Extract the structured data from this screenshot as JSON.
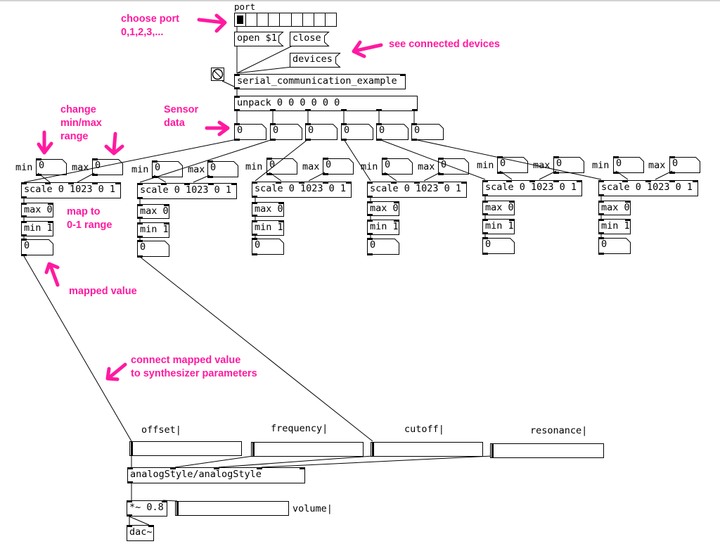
{
  "patch": {
    "port_label": "port",
    "port_radio_cells": 9,
    "port_selected": 0,
    "open_msg": "open $1",
    "close_msg": "close",
    "devices_msg": "devices",
    "serial_abstraction": "serial_communication_example",
    "unpack_obj": "unpack 0 0 0 0 0 0",
    "sensor_values": [
      "0",
      "0",
      "0",
      "0",
      "0",
      "0"
    ],
    "min_label": "min",
    "max_label": "max",
    "min_values": [
      "0",
      "0",
      "0",
      "0",
      "0",
      "0"
    ],
    "max_values": [
      "0",
      "0",
      "0",
      "0",
      "0",
      "0"
    ],
    "scale_obj": "scale 0 1023 0 1",
    "max_obj": "max 0",
    "min_obj": "min 1",
    "mapped_values": [
      "0",
      "0",
      "0",
      "0",
      "0",
      "0"
    ],
    "synth_params": [
      "offset",
      "frequency",
      "cutoff",
      "resonance"
    ],
    "synth_obj": "analogStyle/analogStyle",
    "mult_obj": "*~ 0.8",
    "volume_label": "volume",
    "dac_obj": "dac~"
  },
  "annotations": {
    "choose_port": "choose port\n0,1,2,3,...",
    "see_devices": "see connected devices",
    "sensor_data": "Sensor\ndata",
    "change_range": "change\nmin/max\nrange",
    "map_range": "map to\n0-1 range",
    "mapped_value": "mapped value",
    "connect_mapped": "connect mapped value\nto synthesizer parameters"
  },
  "colors": {
    "annotation": "#ff1aa0",
    "line": "#000000",
    "background": "#ffffff"
  }
}
